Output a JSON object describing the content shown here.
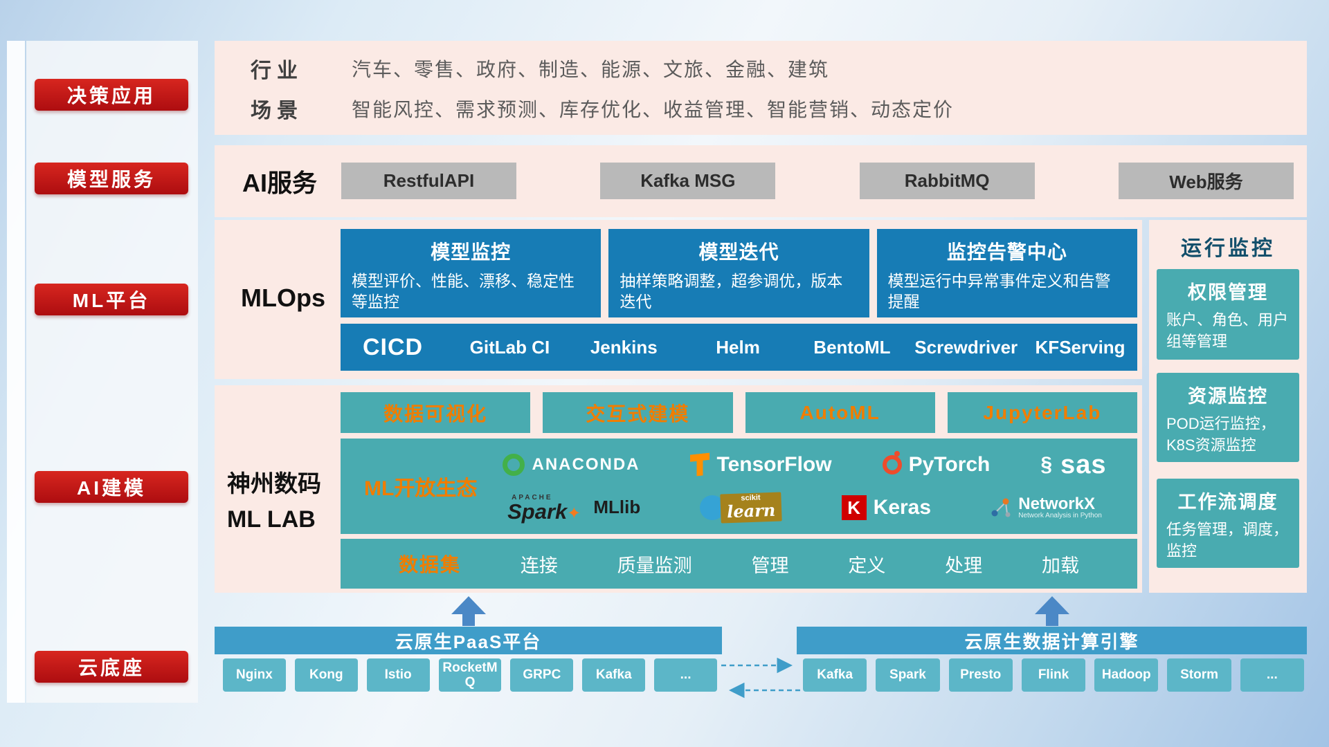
{
  "sidebar": {
    "items": [
      {
        "label": "决策应用"
      },
      {
        "label": "模型服务"
      },
      {
        "label": "ML平台"
      },
      {
        "label": "AI建模"
      },
      {
        "label": "云底座"
      }
    ]
  },
  "industry": {
    "rows": [
      {
        "label": "行业",
        "value": "汽车、零售、政府、制造、能源、文旅、金融、建筑"
      },
      {
        "label": "场景",
        "value": "智能风控、需求预测、库存优化、收益管理、智能营销、动态定价"
      }
    ]
  },
  "ai_service": {
    "label": "AI服务",
    "buttons": [
      "RestfulAPI",
      "Kafka MSG",
      "RabbitMQ",
      "Web服务"
    ]
  },
  "mlops": {
    "label": "MLOps",
    "cards": [
      {
        "title": "模型监控",
        "desc": "模型评价、性能、漂移、稳定性等监控"
      },
      {
        "title": "模型迭代",
        "desc": "抽样策略调整，超参调优，版本迭代"
      },
      {
        "title": "监控告警中心",
        "desc": "模型运行中异常事件定义和告警提醒"
      }
    ],
    "cicd_label": "CICD",
    "cicd_tools": [
      "GitLab CI",
      "Jenkins",
      "Helm",
      "BentoML",
      "Screwdriver",
      "KFServing"
    ]
  },
  "mllab": {
    "label_line1": "神州数码",
    "label_line2": "ML LAB",
    "feature_buttons": [
      "数据可视化",
      "交互式建模",
      "AutoML",
      "JupyterLab"
    ],
    "ecosystem_label": "ML开放生态",
    "logos": {
      "anaconda": "ANACONDA",
      "tensorflow": "TensorFlow",
      "pytorch": "PyTorch",
      "sas_swirl": "§",
      "sas": "sas",
      "apache": "APACHE",
      "spark": "Spark",
      "spark_star": "✦",
      "mllib": "MLlib",
      "scikit_small": "scikit",
      "scikit_main": "learn",
      "keras_k": "K",
      "keras": "Keras",
      "networkx": "NetworkX",
      "networkx_sub": "Network Analysis in Python"
    },
    "data_row": {
      "label": "数据集",
      "items": [
        "连接",
        "质量监测",
        "管理",
        "定义",
        "处理",
        "加载"
      ]
    }
  },
  "monitoring": {
    "title": "运行监控",
    "cards": [
      {
        "title": "权限管理",
        "desc": "账户、角色、用户组等管理"
      },
      {
        "title": "资源监控",
        "desc": "POD运行监控，K8S资源监控"
      },
      {
        "title": "工作流调度",
        "desc": "任务管理，调度，监控"
      }
    ]
  },
  "foundation": {
    "paas": {
      "title": "云原生PaaS平台",
      "chips": [
        "Nginx",
        "Kong",
        "Istio",
        "RocketMQ",
        "GRPC",
        "Kafka",
        "..."
      ]
    },
    "engine": {
      "title": "云原生数据计算引擎",
      "chips": [
        "Kafka",
        "Spark",
        "Presto",
        "Flink",
        "Hadoop",
        "Storm",
        "..."
      ]
    }
  }
}
